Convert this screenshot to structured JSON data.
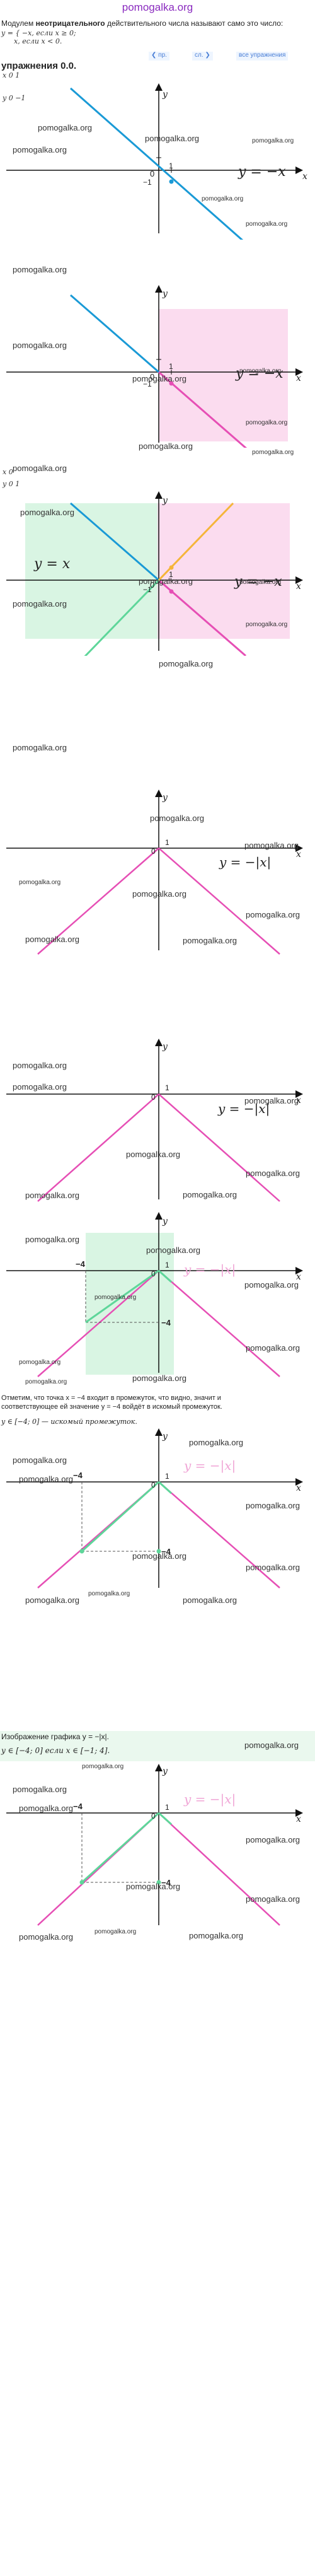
{
  "site": {
    "title": "pomogalka.org",
    "watermark": "pomogalka.org"
  },
  "intro": {
    "text_prefix": "Модулем",
    "text_bold": "неотрицательного",
    "text_suffix": "действительного числа называют само это число:",
    "case_lines": [
      "y = { −x, если x ≥ 0;",
      "x, если x < 0."
    ],
    "table_x": "x   0   1",
    "table_y": "y   0   −1"
  },
  "nav": {
    "item1": "❮ пр.",
    "item2": "сл. ❯",
    "item3": "все упражнения"
  },
  "heading": "упражнения 0.0.",
  "table2": {
    "x": "x   0",
    "y": "y   0   1"
  },
  "axis": {
    "x": "x",
    "y": "y",
    "zero": "0",
    "one": "1",
    "minus_one": "−1",
    "minus_four": "−4",
    "four": "4"
  },
  "labels": {
    "y_neg_x": "y = −x",
    "y_x": "y = x",
    "y_neg_abs": "y = −|x|"
  },
  "text_blocks": {
    "note1": "Отметим, что точка x = −4 входит в промежуток, что видно, значит и",
    "note2": "соответствующее ей значение y = −4 войдёт в искомый промежуток.",
    "note3": "y ∈ [−4; 0] — искомый промежуток.",
    "banner1": "Изображение графика y = −|x|.",
    "banner2": "y ∈ [−4; 0] если x ∈ [−1; 4]."
  },
  "colors": {
    "blue": "#1a9ad6",
    "pink": "#e64fb5",
    "green": "#5ed69a",
    "orange": "#f5b53a",
    "pink_fill": "#fbdcef",
    "green_fill": "#d9f5e3",
    "label_pink": "#f0a6d6"
  }
}
